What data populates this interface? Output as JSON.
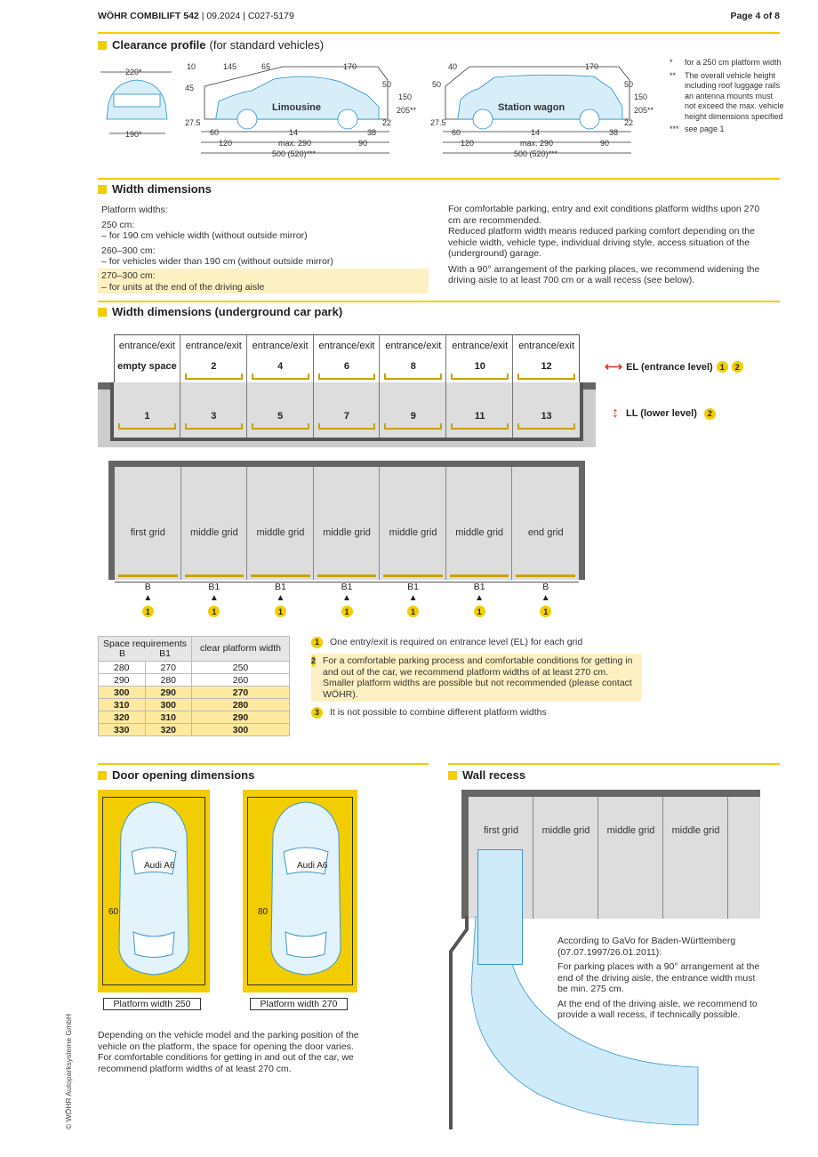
{
  "header": {
    "product": "WÖHR COMBILIFT 542",
    "meta": "| 09.2024 | C027-5179",
    "page": "Page 4 of 8"
  },
  "clearance": {
    "title": "Clearance profile",
    "subtitle": "(for standard vehicles)",
    "front_width": "220*",
    "front_width2": "190*",
    "limo": {
      "label": "Limousine",
      "d10": "10",
      "d145": "145",
      "d65": "65",
      "d170": "170",
      "d45": "45",
      "d50": "50",
      "d150": "150",
      "d205": "205**",
      "d27": "27.5",
      "d22": "22",
      "d60": "60",
      "d14": "14",
      "d38": "38",
      "d120": "120",
      "max": "max. 290",
      "d90": "90",
      "total": "500 (520)***"
    },
    "wagon": {
      "label": "Station wagon",
      "d40": "40",
      "d170": "170",
      "d50": "50",
      "d50b": "50",
      "d150": "150",
      "d205": "205**",
      "d27": "27.5",
      "d22": "22",
      "d60": "60",
      "d14": "14",
      "d38": "38",
      "d120": "120",
      "max": "max. 290",
      "d90": "90",
      "total": "500 (520)***"
    },
    "notes": [
      {
        "mark": "*",
        "text": "for a 250 cm platform width"
      },
      {
        "mark": "**",
        "text": "The overall vehicle height including roof luggage rails an antenna mounts must not exceed the max. vehicle height dimensions specified"
      },
      {
        "mark": "***",
        "text": "see page 1"
      }
    ]
  },
  "width": {
    "title": "Width dimensions",
    "left": [
      "Platform widths:",
      "250 cm:",
      "– for 190 cm vehicle width (without outside mirror)",
      "260–300 cm:",
      "– for vehicles wider than 190 cm (without outside mirror)",
      "270–300 cm:",
      "– for units at the end of the driving aisle"
    ],
    "right1": "For comfortable parking, entry and exit conditions platform widths upon 270 cm are recommended.",
    "right2": "Reduced platform width means reduced parking comfort depending on the vehicle width, vehicle type, individual driving style, access situation of the (underground) garage.",
    "right3": "With a 90° arrangement of the parking places, we recommend widening the driving aisle to at least 700 cm or a wall recess (see below)."
  },
  "underground": {
    "title": "Width dimensions (underground car park)",
    "entrance_label": "entrance/exit",
    "upper": [
      "empty space",
      "2",
      "4",
      "6",
      "8",
      "10",
      "12"
    ],
    "lower": [
      "1",
      "3",
      "5",
      "7",
      "9",
      "11",
      "13"
    ],
    "el": "EL (entrance level)",
    "ll": "LL (lower level)",
    "grids": [
      "first grid",
      "middle grid",
      "middle grid",
      "middle grid",
      "middle grid",
      "middle grid",
      "end grid"
    ],
    "grid_codes": [
      "B",
      "B1",
      "B1",
      "B1",
      "B1",
      "B1",
      "B"
    ]
  },
  "space_table": {
    "h1": "Space requirements",
    "hb": "B",
    "hb1": "B1",
    "h2": "clear platform width",
    "rows": [
      {
        "b": "280",
        "b1": "270",
        "w": "250",
        "bold": false
      },
      {
        "b": "290",
        "b1": "280",
        "w": "260",
        "bold": false
      },
      {
        "b": "300",
        "b1": "290",
        "w": "270",
        "bold": true
      },
      {
        "b": "310",
        "b1": "300",
        "w": "280",
        "bold": true
      },
      {
        "b": "320",
        "b1": "310",
        "w": "290",
        "bold": true
      },
      {
        "b": "330",
        "b1": "320",
        "w": "300",
        "bold": true
      }
    ]
  },
  "notes_numbered": [
    {
      "n": "1",
      "text": "One entry/exit is required on entrance level (EL) for each grid"
    },
    {
      "n": "2",
      "text": "For a comfortable parking process and comfortable conditions for getting in and out of the car, we recommend platform widths of at least 270 cm. Smaller platform widths are possible but not recommended (please contact WÖHR)."
    },
    {
      "n": "3",
      "text": "It is not possible to combine different platform widths"
    }
  ],
  "door": {
    "title": "Door opening dimensions",
    "car": "Audi A6",
    "d60": "60",
    "d80": "80",
    "pw250": "Platform width 250",
    "pw270": "Platform width 270",
    "text": "Depending on the vehicle model and the parking position of the vehicle on the platform, the space for opening the door varies. For comfortable conditions for getting in and out of the car, we recommend platform widths of at least 270 cm."
  },
  "wall": {
    "title": "Wall recess",
    "grids": [
      "first grid",
      "middle grid",
      "middle grid",
      "middle grid"
    ],
    "p1": "According to GaVo for Baden-Württemberg (07.07.1997/26.01.2011):",
    "p2": "For parking places with a 90° arrangement at the end of the driving aisle, the entrance width must be min. 275 cm.",
    "p3": "At the end of the driving aisle, we recommend to provide a wall recess, if technically possible."
  },
  "copyright": "© WÖHR Autoparksysteme GmbH"
}
